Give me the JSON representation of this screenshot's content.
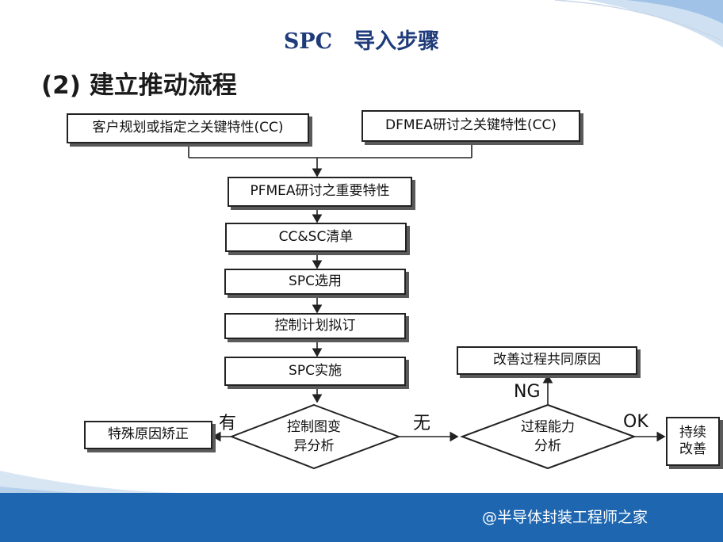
{
  "header": {
    "title": "SPC　导入步骤",
    "subtitle": "(2) 建立推动流程"
  },
  "flow": {
    "customer_cc": "客户规划或指定之关键特性(CC)",
    "dfmea_cc": "DFMEA研讨之关键特性(CC)",
    "pfmea": "PFMEA研讨之重要特性",
    "cc_sc_list": "CC&SC清单",
    "spc_select": "SPC选用",
    "control_plan": "控制计划拟订",
    "spc_implement": "SPC实施",
    "control_chart_line1": "控制图变",
    "control_chart_line2": "异分析",
    "special_cause": "特殊原因矫正",
    "capability_line1": "过程能力",
    "capability_line2": "分析",
    "common_cause": "改善过程共同原因",
    "sustain_line1": "持续",
    "sustain_line2": "改善"
  },
  "labels": {
    "yes": "有",
    "no": "无",
    "ng": "NG",
    "ok": "OK"
  },
  "watermark": "@半导体封装工程师之家",
  "colors": {
    "title": "#1f3b7a",
    "footer": "#1e67b0",
    "box_border": "#222222",
    "shadow": "#5a5a5a"
  }
}
